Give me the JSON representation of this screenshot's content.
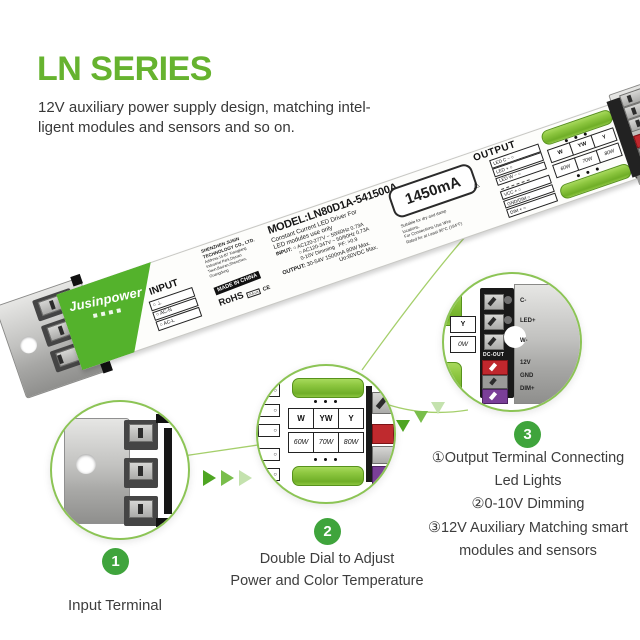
{
  "colors": {
    "brand_green": "#66b32f",
    "badge_green": "#3fa43c",
    "circle_border": "#8cc455",
    "dial_green": "#8cc63f",
    "arrow_dark": "#4ea522",
    "arrow_mid": "#79be4b",
    "arrow_light": "#c4e2ae",
    "terminal_red": "#c0272d",
    "terminal_purple": "#7a3f98"
  },
  "header": {
    "title": "LN SERIES",
    "subtitle_line1": "12V auxiliary power supply design, matching intel-",
    "subtitle_line2": "ligent modules and sensors and so on."
  },
  "driver": {
    "brand": "Jusinpower",
    "input_title": "INPUT",
    "input_rows": [
      "○ ⊥",
      "○ AC-N",
      "○ AC-L"
    ],
    "company_name": "SHENZHEN JUSIN",
    "company_name2": "TECHNOLOGY CO., LTD.",
    "company_addr1": "Address:15-B7 Xiangjiang",
    "company_addr2": "Industrial Park,Diyuan",
    "company_addr3": "Town,Bao'an,Shenzhen,",
    "company_addr4": "Guangdong",
    "made_in": "MADE IN CHINA",
    "rohs": "RoHS",
    "ul": "cULus",
    "ce": "CE",
    "model_line": "MODEL:LN80D1A-541500A",
    "desc_line1": "Constant Current LED Driver For",
    "desc_line2": "LED modules use only",
    "input_spec_label": "INPUT:",
    "input_spec1": "○ AC120-277V ~ 50/60Hz 0.73A",
    "input_spec2": "○ AC120-347V ~ 50/60Hz 0.73A",
    "input_spec3": "0-10V Dimming",
    "pf": "PF: >0.9",
    "output_spec_label": "OUTPUT:",
    "output_spec": "30-54V  1500mA  80W Max.",
    "output_spec2": "Uo:60VDC Max.",
    "current_badge": "1450mA",
    "note1": "Suitable for dry and damp",
    "note2": "locations.",
    "note3": "For Connections Use Wire",
    "note4": "Rated for at Least 90°C (194°F)",
    "output_title": "OUTPUT",
    "warning_icon": "⚠",
    "output_rows": [
      "LED C − ○",
      "LED  +  ○",
      "LED W − ○",
      "VCC  + ○",
      "GND/DIM ○",
      "DIM  + ○"
    ],
    "dial": {
      "row1": [
        "W",
        "YW",
        "Y"
      ],
      "row2": [
        "60W",
        "70W",
        "80W"
      ]
    }
  },
  "callouts": {
    "c1": {
      "number": "1",
      "caption": "Input Terminal"
    },
    "c2": {
      "number": "2",
      "caption_line1": "Double Dial to Adjust",
      "caption_line2": "Power and Color Temperature",
      "side_mark": "○"
    },
    "c3": {
      "number": "3",
      "caption_lines": [
        "①Output Terminal Connecting",
        "Led Lights",
        "②0-10V Dimming",
        "③12V Auxiliary Matching smart",
        "modules and sensors"
      ],
      "out_labels": [
        "C-",
        "LED+",
        "W-"
      ],
      "dc_label": "DC-OUT",
      "aux_labels": [
        "12V",
        "GND",
        "DIM+"
      ],
      "partial_labels": [
        "Y",
        "0W"
      ]
    }
  }
}
